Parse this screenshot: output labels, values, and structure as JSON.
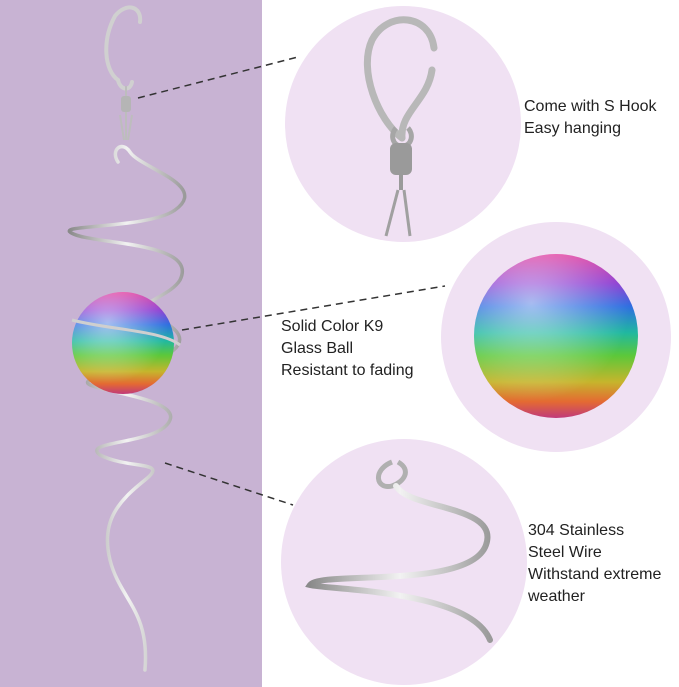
{
  "colors": {
    "left_panel_bg": "#c8b3d3",
    "circle_bg": "#f0e1f3",
    "metal": "#c9c9c9",
    "text": "#222222"
  },
  "callouts": {
    "hook": {
      "line1": "Come with S Hook",
      "line2": "Easy hanging"
    },
    "ball": {
      "line1": "Solid Color K9",
      "line2": "Glass Ball",
      "line3": "Resistant to fading"
    },
    "wire": {
      "line1": "304 Stainless",
      "line2": "Steel Wire",
      "line3": "Withstand extreme",
      "line4": "weather"
    }
  }
}
